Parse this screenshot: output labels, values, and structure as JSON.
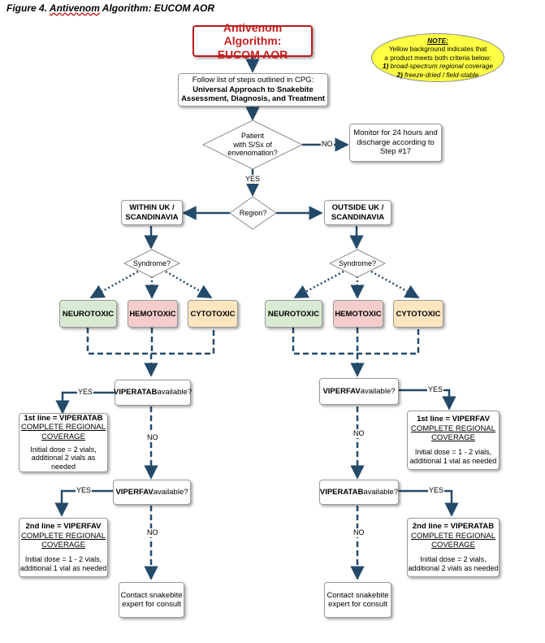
{
  "figure_title": {
    "prefix": "Figure 4. ",
    "underlined": "Antivenom",
    "rest": " Algorithm: EUCOM AOR"
  },
  "title_box": {
    "line1": "Antivenom Algorithm:",
    "line2": "EUCOM AOR"
  },
  "note": {
    "heading": "NOTE:",
    "line1": "Yellow background indicates that",
    "line2": "a product meets both criteria below:",
    "item1_num": "1)",
    "item1_text": " broad-spectrum regional coverage",
    "item2_num": "2)",
    "item2_text": " freeze-dried / field-stable"
  },
  "cpg_box": {
    "line1": "Follow list of steps outlined in CPG:",
    "line2": "Universal Approach to Snakebite",
    "line3": "Assessment, Diagnosis, and Treatment"
  },
  "patient_diamond": {
    "line1": "Patient",
    "line2": "with S/Sx of",
    "line3": "envenomation?"
  },
  "monitor_box": {
    "line1": "Monitor for 24 hours and",
    "line2": "discharge according to",
    "line3": "Step #17"
  },
  "edge_labels": {
    "no": "NO",
    "yes": "YES"
  },
  "region_diamond": "Region?",
  "within_box": {
    "line1": "WITHIN UK /",
    "line2": "SCANDINAVIA"
  },
  "outside_box": {
    "line1": "OUTSIDE UK /",
    "line2": "SCANDINAVIA"
  },
  "syndrome": "Syndrome?",
  "syndromes": {
    "neuro": "NEUROTOXIC",
    "hemo": "HEMOTOXIC",
    "cyto": "CYTOTOXIC"
  },
  "avail_suffix": " available?",
  "products": {
    "viperatab": "VIPERATAB",
    "viperfav": "VIPERFAV"
  },
  "first_line_viperatab": {
    "line1": "1st line = VIPERATAB",
    "line2": "COMPLETE REGIONAL",
    "line3": "COVERAGE",
    "dose1": "Initial dose = 2 vials,",
    "dose2": "additional 2 vials as needed"
  },
  "second_line_viperfav": {
    "line1": "2nd line = VIPERFAV",
    "line2": "COMPLETE REGIONAL",
    "line3": "COVERAGE",
    "dose1": "Initial dose = 1 - 2 vials,",
    "dose2": "additional 1 vial as needed"
  },
  "first_line_viperfav": {
    "line1": "1st line = VIPERFAV",
    "line2": "COMPLETE REGIONAL",
    "line3": "COVERAGE",
    "dose1": "Initial dose = 1 - 2 vials,",
    "dose2": "additional 1 vial as needed"
  },
  "second_line_viperatab": {
    "line1": "2nd line = VIPERATAB",
    "line2": "COMPLETE REGIONAL",
    "line3": "COVERAGE",
    "dose1": "Initial dose = 2 vials,",
    "dose2": "additional 2 vials as needed"
  },
  "consult_box": {
    "line1": "Contact snakebite",
    "line2": "expert for consult"
  },
  "colors": {
    "line": "#244a6a",
    "title_red": "#c41e1e",
    "note_yellow": "#ffff44",
    "neuro": "#d9ead3",
    "hemo": "#f4cccc",
    "cyto": "#fde5c0"
  }
}
